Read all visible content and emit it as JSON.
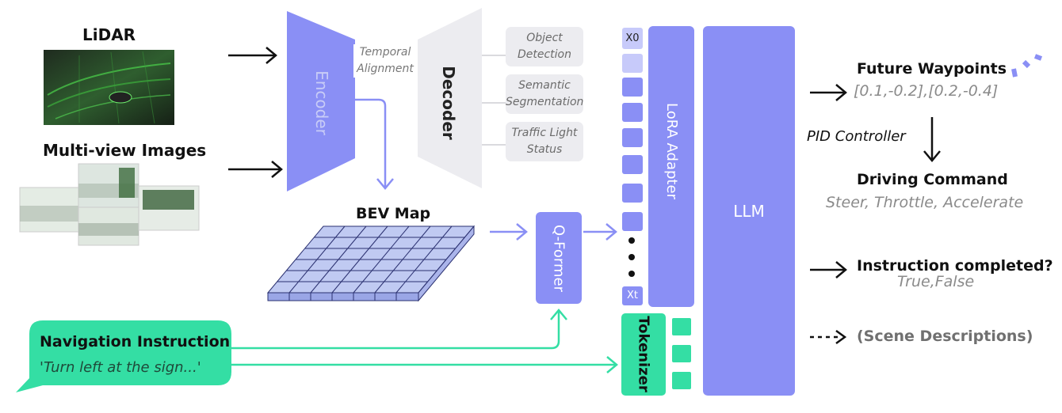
{
  "inputs": {
    "lidar_label": "LiDAR",
    "multiview_label": "Multi-view Images"
  },
  "encoder": {
    "label": "Encoder",
    "temporal_alignment": "Temporal Alignment"
  },
  "decoder": {
    "label": "Decoder",
    "outputs": [
      "Object Detection",
      "Semantic Segmentation",
      "Traffic Light Status"
    ]
  },
  "bev": {
    "label": "BEV Map"
  },
  "qformer": {
    "label": "Q-Former"
  },
  "tokens": {
    "first": "X0",
    "last": "Xt"
  },
  "lora": {
    "label": "LoRA Adapter"
  },
  "tokenizer": {
    "label": "Tokenizer"
  },
  "llm": {
    "label": "LLM"
  },
  "navigation": {
    "title": "Navigation Instruction",
    "example": "'Turn left at the sign...'"
  },
  "outputs": {
    "waypoints_title": "Future Waypoints",
    "waypoints_value": "[0.1,-0.2],[0.2,-0.4]",
    "pid": "PID Controller",
    "command_title": "Driving Command",
    "command_value": "Steer, Throttle, Accelerate",
    "instruction_completed": "Instruction completed?",
    "instruction_values": "True,False",
    "scene": "(Scene Descriptions)"
  },
  "colors": {
    "purple": "#8a8ff5",
    "purple_light": "#c7cafa",
    "green": "#34dea4",
    "gray_box": "#ececf0"
  }
}
